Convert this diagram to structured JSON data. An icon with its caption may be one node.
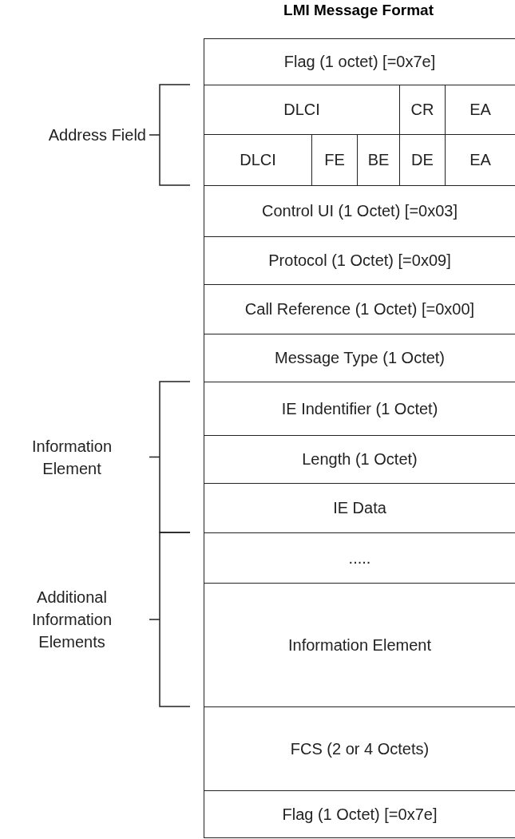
{
  "diagram": {
    "title": "LMI Message Format",
    "nodes": [
      {
        "text": [
          "Flag (1 octet) [=0x7e]"
        ]
      },
      {
        "text": [
          "DLCI"
        ]
      },
      {
        "text": [
          "CR"
        ]
      },
      {
        "text": [
          "EA"
        ]
      },
      {
        "text": [
          "DLCI"
        ]
      },
      {
        "text": [
          "FE"
        ]
      },
      {
        "text": [
          "BE"
        ]
      },
      {
        "text": [
          "DE"
        ]
      },
      {
        "text": [
          "EA"
        ]
      },
      {
        "text": [
          "Control UI (1 Octet) [=0x03]"
        ]
      },
      {
        "text": [
          "Protocol (1 Octet) [=0x09]"
        ]
      },
      {
        "text": [
          "Call Reference (1 Octet) [=0x00]"
        ]
      },
      {
        "text": [
          "Message Type (1 Octet)"
        ]
      },
      {
        "text": [
          "IE Indentifier (1 Octet)"
        ]
      },
      {
        "text": [
          "Length (1 Octet)"
        ]
      },
      {
        "text": [
          "IE Data"
        ]
      },
      {
        "text": [
          "....."
        ]
      },
      {
        "text": [
          "Information Element"
        ]
      },
      {
        "text": [
          "FCS (2 or 4 Octets)"
        ]
      },
      {
        "text": [
          "Flag (1 Octet) [=0x7e]"
        ]
      }
    ],
    "edges": [],
    "labels": [
      "Address Field",
      "Information Element",
      "Additional Information Elements"
    ]
  }
}
